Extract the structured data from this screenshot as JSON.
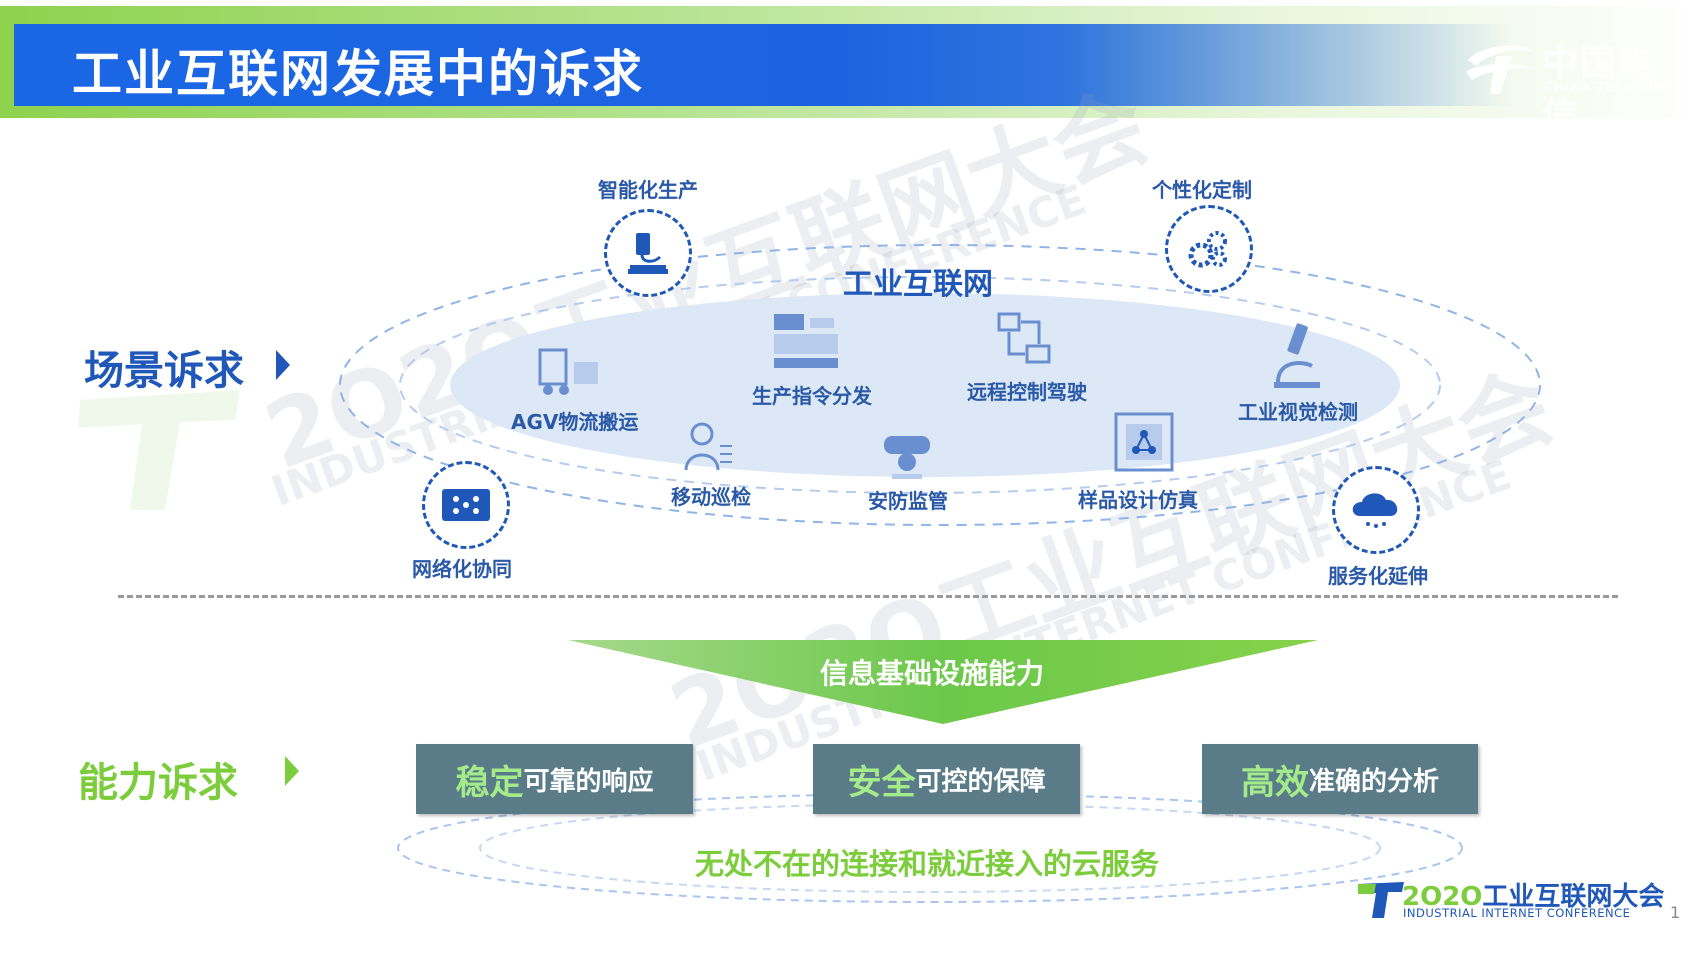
{
  "header": {
    "title": "工业互联网发展中的诉求",
    "logo_cn": "中国电信",
    "logo_en": "CHINA TELECOM"
  },
  "watermark": {
    "year": "2O2O",
    "cn": "工业互联网大会",
    "en": "INDUSTRIAL INTERNET CONFERENCE"
  },
  "scene": {
    "label": "场景诉求",
    "center_title": "工业互联网",
    "outer_items": [
      {
        "label": "智能化生产",
        "icon": "microscope-icon"
      },
      {
        "label": "个性化定制",
        "icon": "gears-icon"
      },
      {
        "label": "网络化协同",
        "icon": "network-board-icon"
      },
      {
        "label": "服务化延伸",
        "icon": "cloud-icon"
      }
    ],
    "inner_items": [
      {
        "label": "AGV物流搬运",
        "icon": "forklift-icon"
      },
      {
        "label": "生产指令分发",
        "icon": "machine-icon"
      },
      {
        "label": "远程控制驾驶",
        "icon": "remote-control-icon"
      },
      {
        "label": "工业视觉检测",
        "icon": "microscope-icon"
      },
      {
        "label": "移动巡检",
        "icon": "inspection-icon"
      },
      {
        "label": "安防监管",
        "icon": "camera-icon"
      },
      {
        "label": "样品设计仿真",
        "icon": "design-sim-icon"
      }
    ]
  },
  "capability": {
    "label": "能力诉求",
    "funnel_label": "信息基础设施能力",
    "boxes": [
      {
        "big": "稳定",
        "small": "可靠的响应"
      },
      {
        "big": "安全",
        "small": "可控的保障"
      },
      {
        "big": "高效",
        "small": "准确的分析"
      }
    ],
    "base_text": "无处不在的连接和就近接入的云服务"
  },
  "footer": {
    "conf_year": "2O2O",
    "conf_cn": "工业互联网大会",
    "conf_en": "INDUSTRIAL INTERNET CONFERENCE",
    "page_number": "1"
  },
  "colors": {
    "primary_blue": "#1a67e6",
    "dark_blue": "#1f58b8",
    "green": "#7ccd3c",
    "box_gray": "#5a7b88"
  }
}
